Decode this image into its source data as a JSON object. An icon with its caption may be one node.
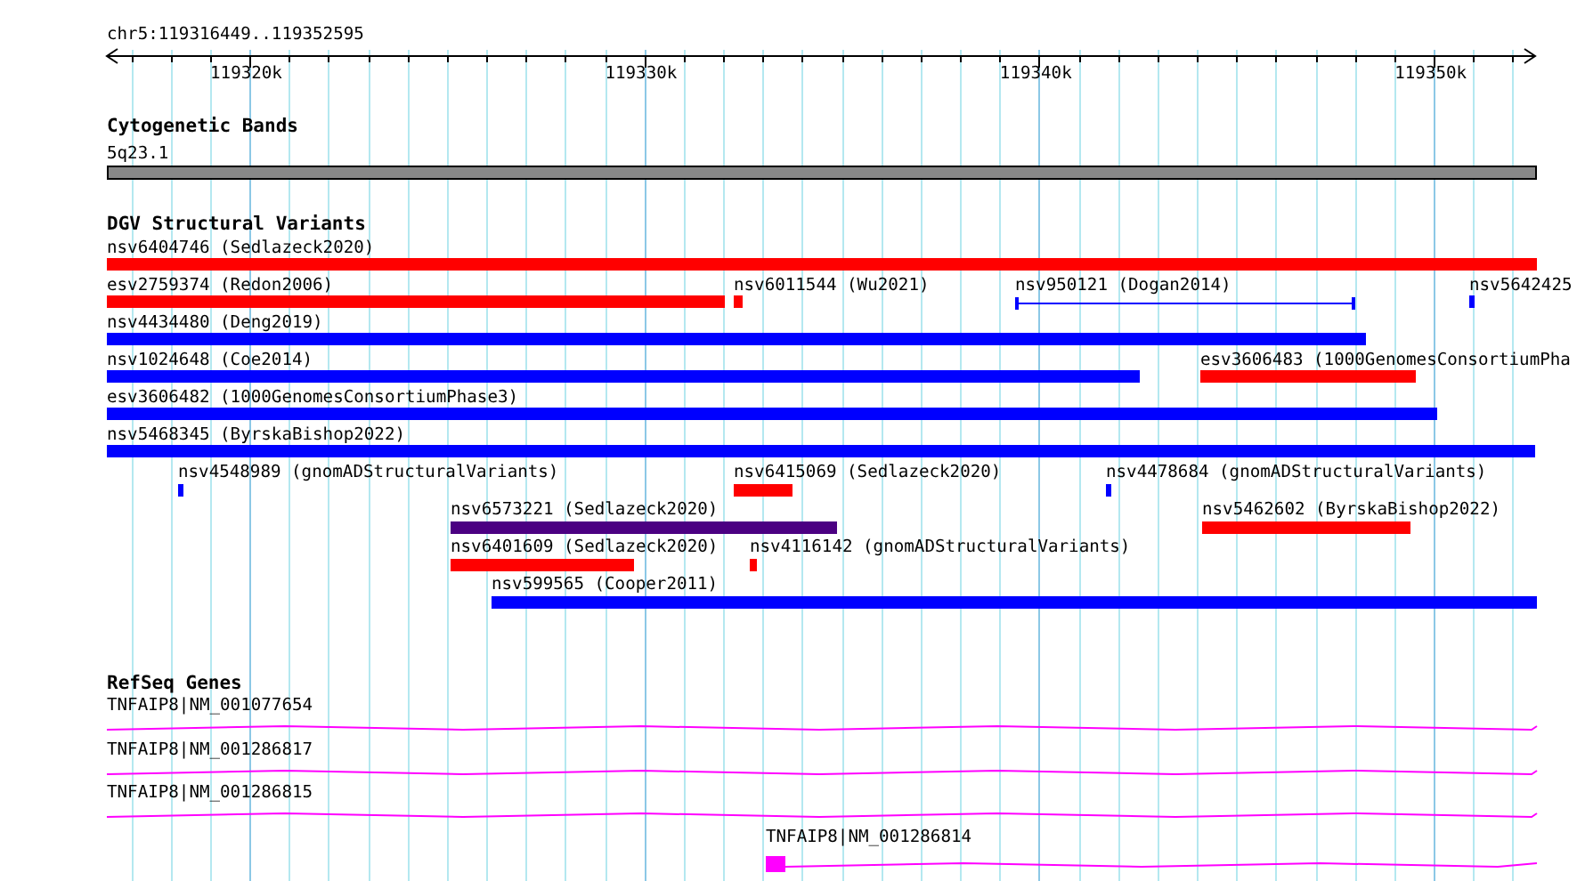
{
  "diagram": {
    "title": "chr5:119316449..119352595",
    "nodes": [
      {
        "text": [
          "Cytogenetic Bands"
        ]
      },
      {
        "text": [
          "5q23.1"
        ],
        "in": 0
      },
      {
        "text": [
          "DGV Structural Variants"
        ]
      },
      {
        "text": [
          "nsv6404746 (Sedlazeck2020)"
        ],
        "in": 2
      },
      {
        "text": [
          "esv2759374 (Redon2006)"
        ],
        "in": 2
      },
      {
        "text": [
          "nsv6011544 (Wu2021)"
        ],
        "in": 2
      },
      {
        "text": [
          "nsv950121 (Dogan2014)"
        ],
        "in": 2
      },
      {
        "text": [
          "nsv5642425"
        ],
        "in": 2
      },
      {
        "text": [
          "nsv4434480 (Deng2019)"
        ],
        "in": 2
      },
      {
        "text": [
          "nsv1024648 (Coe2014)"
        ],
        "in": 2
      },
      {
        "text": [
          "esv3606483 (1000GenomesConsortiumPha"
        ],
        "in": 2
      },
      {
        "text": [
          "esv3606482 (1000GenomesConsortiumPhase3)"
        ],
        "in": 2
      },
      {
        "text": [
          "nsv5468345 (ByrskaBishop2022)"
        ],
        "in": 2
      },
      {
        "text": [
          "nsv4548989 (gnomADStructuralVariants)"
        ],
        "in": 2
      },
      {
        "text": [
          "nsv6415069 (Sedlazeck2020)"
        ],
        "in": 2
      },
      {
        "text": [
          "nsv4478684 (gnomADStructuralVariants)"
        ],
        "in": 2
      },
      {
        "text": [
          "nsv6573221 (Sedlazeck2020)"
        ],
        "in": 2
      },
      {
        "text": [
          "nsv5462602 (ByrskaBishop2022)"
        ],
        "in": 2
      },
      {
        "text": [
          "nsv6401609 (Sedlazeck2020)"
        ],
        "in": 2
      },
      {
        "text": [
          "nsv4116142 (gnomADStructuralVariants)"
        ],
        "in": 2
      },
      {
        "text": [
          "nsv599565 (Cooper2011)"
        ],
        "in": 2
      },
      {
        "text": [
          "RefSeq Genes"
        ]
      },
      {
        "text": [
          "TNFAIP8|NM_001077654"
        ],
        "in": 21
      },
      {
        "text": [
          "TNFAIP8|NM_001286817"
        ],
        "in": 21
      },
      {
        "text": [
          "TNFAIP8|NM_001286815"
        ],
        "in": 21
      },
      {
        "text": [
          "TNFAIP8|NM_001286814"
        ],
        "in": 21
      }
    ],
    "labels": [
      "119320k",
      "119330k",
      "119340k",
      "119350k"
    ]
  }
}
